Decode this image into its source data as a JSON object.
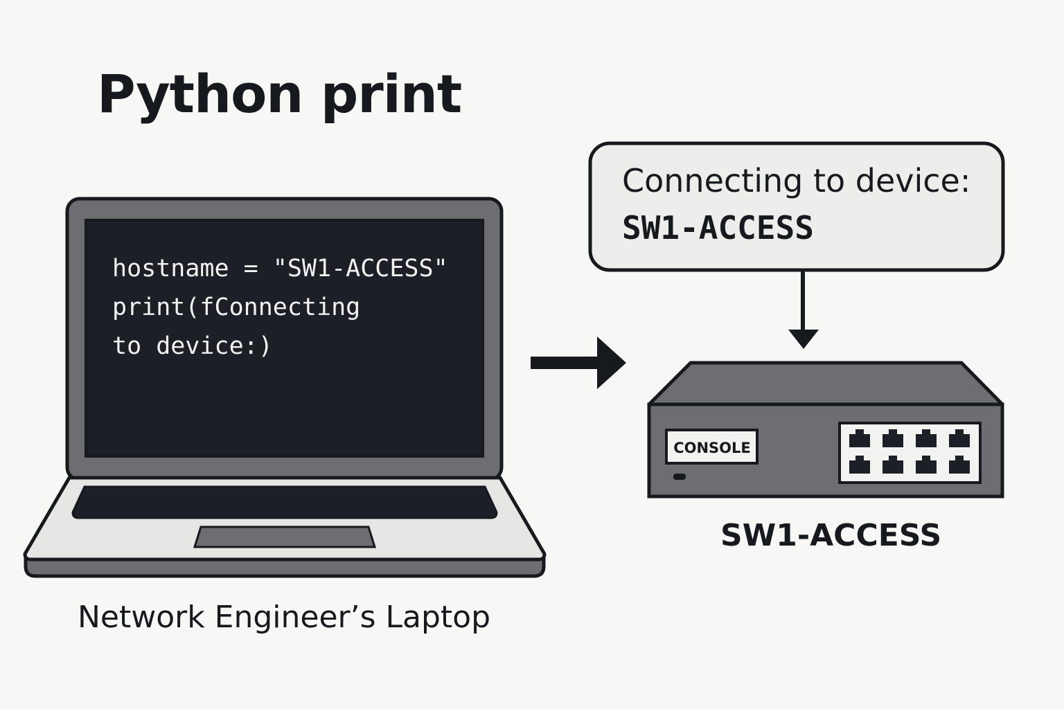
{
  "title": "Python print",
  "laptop": {
    "code_lines": [
      "hostname = \"SW1-ACCESS\"",
      "print(fConnecting",
      "to device:)"
    ],
    "label": "Network Engineer’s Laptop"
  },
  "output_bubble": {
    "line1": "Connecting to device:",
    "line2": "SW1-ACCESS"
  },
  "switch": {
    "console_label": "CONSOLE",
    "label": "SW1-ACCESS",
    "port_count": 8
  },
  "colors": {
    "background": "#f7f7f5",
    "outline": "#16191e",
    "device_gray": "#6e6e72",
    "screen": "#1c1f26",
    "keyboard_deck": "#e6e6e4",
    "bubble_fill": "#ededeb"
  }
}
